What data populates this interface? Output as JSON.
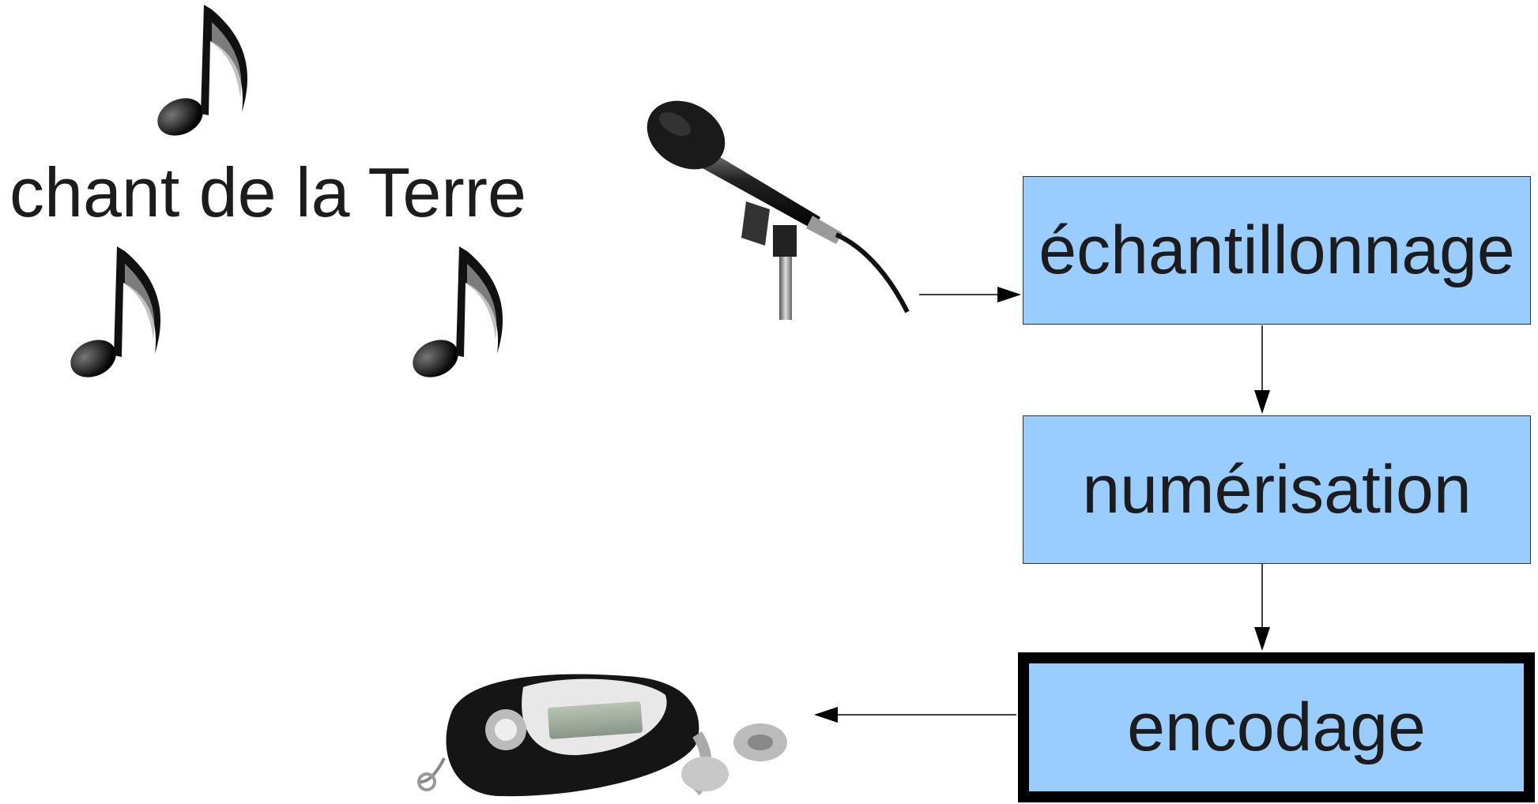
{
  "title": "chant de la Terre",
  "steps": {
    "sampling": "échantillonnage",
    "digitizing": "numérisation",
    "encoding": "encodage"
  },
  "colors": {
    "box_fill": "#99ccff",
    "box_border": "#333333",
    "text": "#1c1c1c"
  },
  "icons": [
    "music-note-icon",
    "microphone-icon",
    "mp3-player-icon"
  ]
}
